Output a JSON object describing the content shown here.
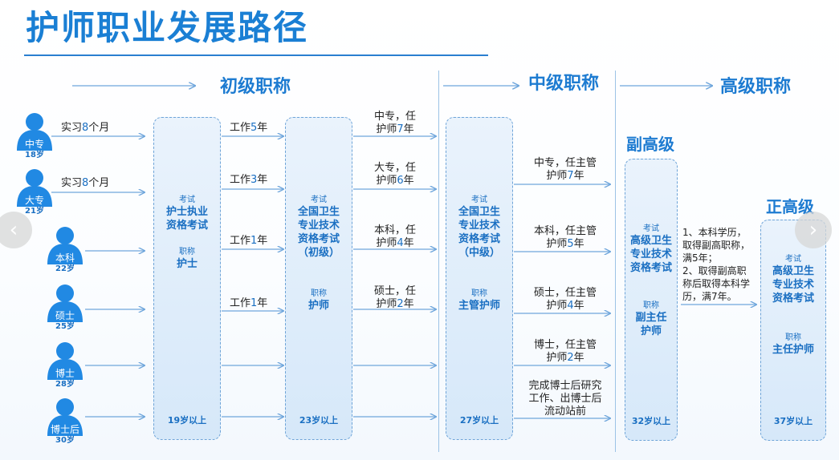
{
  "title": "护师职业发展路径",
  "headers": {
    "junior": "初级职称",
    "middle": "中级职称",
    "senior": "高级职称"
  },
  "education": [
    {
      "label": "中专",
      "age": "18岁"
    },
    {
      "label": "大专",
      "age": "21岁"
    },
    {
      "label": "本科",
      "age": "22岁"
    },
    {
      "label": "硕士",
      "age": "25岁"
    },
    {
      "label": "博士",
      "age": "28岁"
    },
    {
      "label": "博士后",
      "age": "30岁"
    }
  ],
  "internship": [
    {
      "pre": "实习",
      "num": "8",
      "post": "个月"
    },
    {
      "pre": "实习",
      "num": "8",
      "post": "个月"
    }
  ],
  "work": [
    {
      "pre": "工作",
      "num": "5",
      "post": "年"
    },
    {
      "pre": "工作",
      "num": "3",
      "post": "年"
    },
    {
      "pre": "工作",
      "num": "1",
      "post": "年"
    },
    {
      "pre": "工作",
      "num": "1",
      "post": "年"
    }
  ],
  "to_middle": [
    {
      "line1": "中专，任",
      "line2pre": "护师",
      "num": "7",
      "post": "年"
    },
    {
      "line1": "大专，任",
      "line2pre": "护师",
      "num": "6",
      "post": "年"
    },
    {
      "line1": "本科，任",
      "line2pre": "护师",
      "num": "4",
      "post": "年"
    },
    {
      "line1": "硕士，任",
      "line2pre": "护师",
      "num": "2",
      "post": "年"
    }
  ],
  "to_senior": [
    {
      "line1": "中专，任主管",
      "line2pre": "护师",
      "num": "7",
      "post": "年"
    },
    {
      "line1": "本科，任主管",
      "line2pre": "护师",
      "num": "5",
      "post": "年"
    },
    {
      "line1": "硕士，任主管",
      "line2pre": "护师",
      "num": "4",
      "post": "年"
    },
    {
      "line1": "博士，任主管",
      "line2pre": "护师",
      "num": "2",
      "post": "年"
    }
  ],
  "postdoc_note": [
    "完成博士后研究",
    "工作、出博士后",
    "流动站前"
  ],
  "boxes": [
    {
      "exam_label": "考试",
      "exam": [
        "护士执业",
        "资格考试"
      ],
      "title_label": "职称",
      "title": [
        "护士"
      ],
      "age": "19岁以上"
    },
    {
      "exam_label": "考试",
      "exam": [
        "全国卫生",
        "专业技术",
        "资格考试",
        "（初级）"
      ],
      "title_label": "职称",
      "title": [
        "护师"
      ],
      "age": "23岁以上"
    },
    {
      "exam_label": "考试",
      "exam": [
        "全国卫生",
        "专业技术",
        "资格考试",
        "（中级）"
      ],
      "title_label": "职称",
      "title": [
        "主管护师"
      ],
      "age": "27岁以上"
    },
    {
      "exam_label": "考试",
      "exam": [
        "高级卫生",
        "专业技术",
        "资格考试"
      ],
      "title_label": "职称",
      "title": [
        "副主任",
        "护师"
      ],
      "age": "32岁以上"
    },
    {
      "exam_label": "考试",
      "exam": [
        "高级卫生",
        "专业技术",
        "资格考试"
      ],
      "title_label": "职称",
      "title": [
        "主任护师"
      ],
      "age": "37岁以上"
    }
  ],
  "senior_levels": {
    "deputy": "副高级",
    "full": "正高级"
  },
  "full_senior_note": [
    "1、本科学历，",
    "取得副高职称，",
    "满5年；",
    "2、取得副高职",
    "称后取得本科学",
    "历，满7年。"
  ],
  "nav": {
    "prev": "‹",
    "next": "›"
  },
  "colors": {
    "accent": "#1a7fd4",
    "number": "#1a6fc2",
    "box_fill": "#dcebfa",
    "arrow": "#6fa6dc"
  }
}
